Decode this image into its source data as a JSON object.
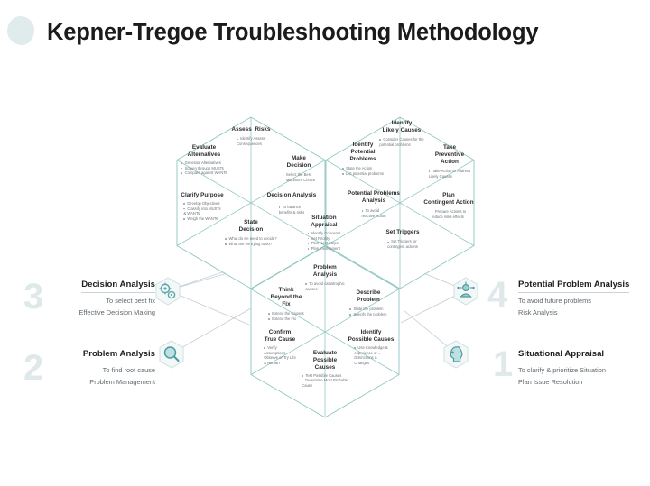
{
  "page": {
    "title": "Kepner-Tregoe Troubleshooting Methodology"
  },
  "hexagons": {
    "decision": [
      {
        "name": "assess-risks",
        "title": "Assess  Risks",
        "subs": [
          "Identify Assess",
          "Consequences"
        ],
        "bulleted": [
          true,
          false
        ]
      },
      {
        "name": "evaluate-alternatives",
        "title": "Evaluate\nAlternatives",
        "subs": [
          "Generate Alternatives",
          "Screen through MUSTs",
          "Compare against WANTs"
        ],
        "bulleted": [
          true,
          true,
          true
        ]
      },
      {
        "name": "make-decision",
        "title": "Make\nDecision",
        "subs": [
          "Select the Best",
          "Maximum Choice"
        ],
        "bulleted": [
          true,
          true
        ]
      },
      {
        "name": "clarify-purpose",
        "title": "Clarify Purpose",
        "subs": [
          "Develop Objectives",
          "Classify into MUSTs",
          "& WANTs",
          "Weigh the WANTs"
        ],
        "bulleted": [
          true,
          true,
          false,
          true
        ]
      },
      {
        "name": "decision-analysis-cell",
        "title": "Decision Analysis",
        "subs": [
          "To balance",
          "benefits & risks"
        ],
        "bulleted": [
          true,
          false
        ]
      },
      {
        "name": "state-decision",
        "title": "State\nDecision",
        "subs": [
          "What do we need to decide?",
          "What are we trying to do?"
        ],
        "bulleted": [
          true,
          true
        ]
      }
    ],
    "potential": [
      {
        "name": "identify-likely-causes",
        "title": "Identify\nLikely Causes",
        "subs": [
          "Consider Causes for the",
          "potential problems"
        ],
        "bulleted": [
          true,
          false
        ]
      },
      {
        "name": "identify-potential-problems",
        "title": "Identify\nPotential\nProblems",
        "subs": [
          "State the Action",
          "List potential problems"
        ],
        "bulleted": [
          true,
          true
        ]
      },
      {
        "name": "take-preventive-action",
        "title": "Take\nPreventive\nAction",
        "subs": [
          "Take Action to Address",
          "Likely Causes"
        ],
        "bulleted": [
          true,
          false
        ]
      },
      {
        "name": "potential-problems-analysis-cell",
        "title": "Potential Problems\nAnalysis",
        "subs": [
          "To avoid",
          "reactive action"
        ],
        "bulleted": [
          true,
          false
        ]
      },
      {
        "name": "plan-contingent-action",
        "title": "Plan\nContingent Action",
        "subs": [
          "Prepare Actions to",
          "reduce risks effects"
        ],
        "bulleted": [
          true,
          false
        ]
      },
      {
        "name": "set-triggers",
        "title": "Set Triggers",
        "subs": [
          "Set Triggers for",
          "contingent actions"
        ],
        "bulleted": [
          true,
          false
        ]
      }
    ],
    "problem": [
      {
        "name": "situation-appraisal-cell",
        "title": "Situation\nAppraisal",
        "subs": [
          "Identify Concerns",
          "Set Priority",
          "Plan Next Steps",
          "Plan Involvement"
        ],
        "bulleted": [
          true,
          true,
          true,
          true
        ]
      },
      {
        "name": "problem-analysis-cell",
        "title": "Problem\nAnalysis",
        "subs": [
          "To avoid catastrophic",
          "causes"
        ],
        "bulleted": [
          true,
          false
        ]
      },
      {
        "name": "think-beyond-the-fix",
        "title": "Think\nBeyond the\nFix",
        "subs": [
          "Extend the Causes",
          "Extend the Fix"
        ],
        "bulleted": [
          true,
          true
        ]
      },
      {
        "name": "describe-problem",
        "title": "Describe\nProblem",
        "subs": [
          "State the problem",
          "Specify the problem"
        ],
        "bulleted": [
          true,
          true
        ]
      },
      {
        "name": "confirm-true-cause",
        "title": "Confirm\nTrue Cause",
        "subs": [
          "Verify",
          "Assumptions",
          "Observe or Try Life",
          "& Human"
        ],
        "bulleted": [
          true,
          false,
          false,
          false
        ]
      },
      {
        "name": "identify-possible-causes",
        "title": "Identify\nPossible Causes",
        "subs": [
          "Use Knowledge &",
          "experience or ...",
          "Distinctions &",
          "Changes"
        ],
        "bulleted": [
          true,
          false,
          false,
          false
        ]
      },
      {
        "name": "evaluate-possible-causes",
        "title": "Evaluate\nPossible\nCauses",
        "subs": [
          "Test Possible Causes",
          "Determine Most Probable",
          "Cause"
        ],
        "bulleted": [
          true,
          true,
          false
        ]
      }
    ]
  },
  "side_labels": [
    {
      "name": "decision-analysis",
      "number": "3",
      "title": "Decision Analysis",
      "lines": [
        "To select best fix",
        "Effective Decision Making"
      ],
      "icon": "gears-icon",
      "side": "left"
    },
    {
      "name": "problem-analysis",
      "number": "2",
      "title": "Problem Analysis",
      "lines": [
        "To find root cause",
        "Problem Management"
      ],
      "icon": "magnifier-icon",
      "side": "left"
    },
    {
      "name": "potential-problem-analysis",
      "number": "4",
      "title": "Potential Problem Analysis",
      "lines": [
        "To avoid  future problems",
        "Risk Analysis"
      ],
      "icon": "person-network-icon",
      "side": "right"
    },
    {
      "name": "situational-appraisal",
      "number": "1",
      "title": "Situational Appraisal",
      "lines": [
        "To clarify & prioritize  Situation",
        "Plan Issue Resolution"
      ],
      "icon": "head-profile-icon",
      "side": "right"
    }
  ],
  "colors": {
    "hex_stroke": "#8fc6c2",
    "connector": "#c3ccd4",
    "big_number": "#dfe9ea",
    "title_text": "#1b1b1b",
    "sub_text": "#6d7478",
    "icon_teal": "#5fa8ac"
  }
}
